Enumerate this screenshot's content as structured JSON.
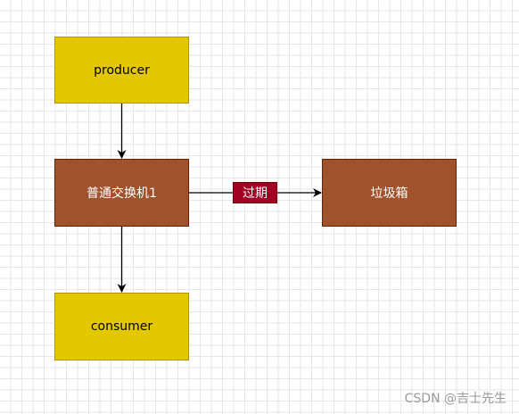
{
  "nodes": {
    "producer": "producer",
    "exchange": "普通交换机1",
    "consumer": "consumer",
    "dead_letter": "垃圾箱"
  },
  "edges": {
    "expire_label": "过期"
  },
  "watermark": "CSDN @吉士先生",
  "colors": {
    "yellow_fill": "#e3c800",
    "brown_fill": "#a0522d",
    "label_fill": "#a20025"
  }
}
